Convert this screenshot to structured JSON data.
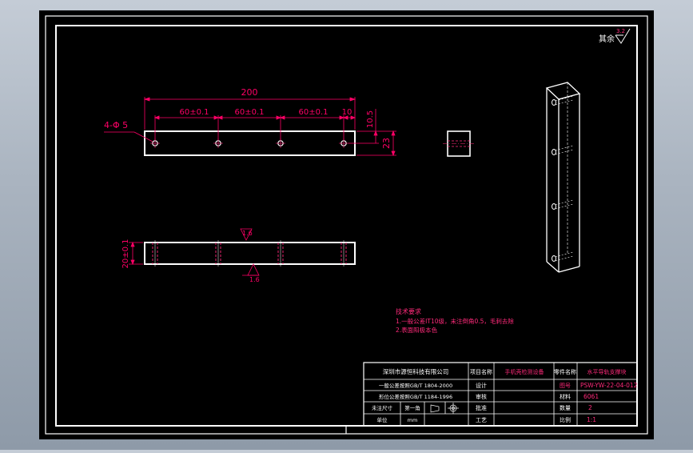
{
  "colors": {
    "background_chrome": "#a8b2be",
    "sheet": "#000000",
    "frame": "#ffffff",
    "dimension": "#ff0066",
    "part_line": "#ffffff",
    "hidden_line": "#ff2a7a",
    "note_text": "#ff2a7a"
  },
  "drawing": {
    "roughness_symbol": {
      "label": "其余",
      "value": "3.2"
    },
    "front_view": {
      "overall_length": "200",
      "spacing_1": "60±0.1",
      "spacing_2": "60±0.1",
      "spacing_3": "60±0.1",
      "edge_offset": "10",
      "hole_callout": "4-Φ 5",
      "height": "23",
      "vertical_offset": "10.5"
    },
    "bottom_view": {
      "height_dim": "20±0.1",
      "roughness_top": "1.6",
      "roughness_bottom": "1.6"
    },
    "notes": {
      "heading": "技术要求",
      "line_1": "1.一般公差IT10级，未注倒角0.5，毛刺去除",
      "line_2": "2.表面阳极本色"
    }
  },
  "title_block": {
    "company": "深圳市源恒科技有限公司",
    "standard_1": "一般公差按照GB/T 1804-2000",
    "standard_2": "形位公差按照GB/T 1184-1996",
    "row3_c1": "未注尺寸",
    "row3_c2": "第一角",
    "row4_c1": "单位",
    "row4_c2": "mm",
    "label_project": "项目名称",
    "value_project": "手机壳检测设备",
    "label_part_name": "零件名称",
    "value_part_name": "水平导轨支撑块",
    "label_drawn": "设计",
    "label_part_no": "图号",
    "value_part_no": "PSW-YW-22-04-012",
    "label_review": "审核",
    "label_material": "材料",
    "value_material": "6061",
    "label_approve": "批准",
    "label_qty": "数量",
    "value_qty": "2",
    "label_process": "工艺",
    "label_scale": "比例",
    "value_scale": "1:1"
  }
}
